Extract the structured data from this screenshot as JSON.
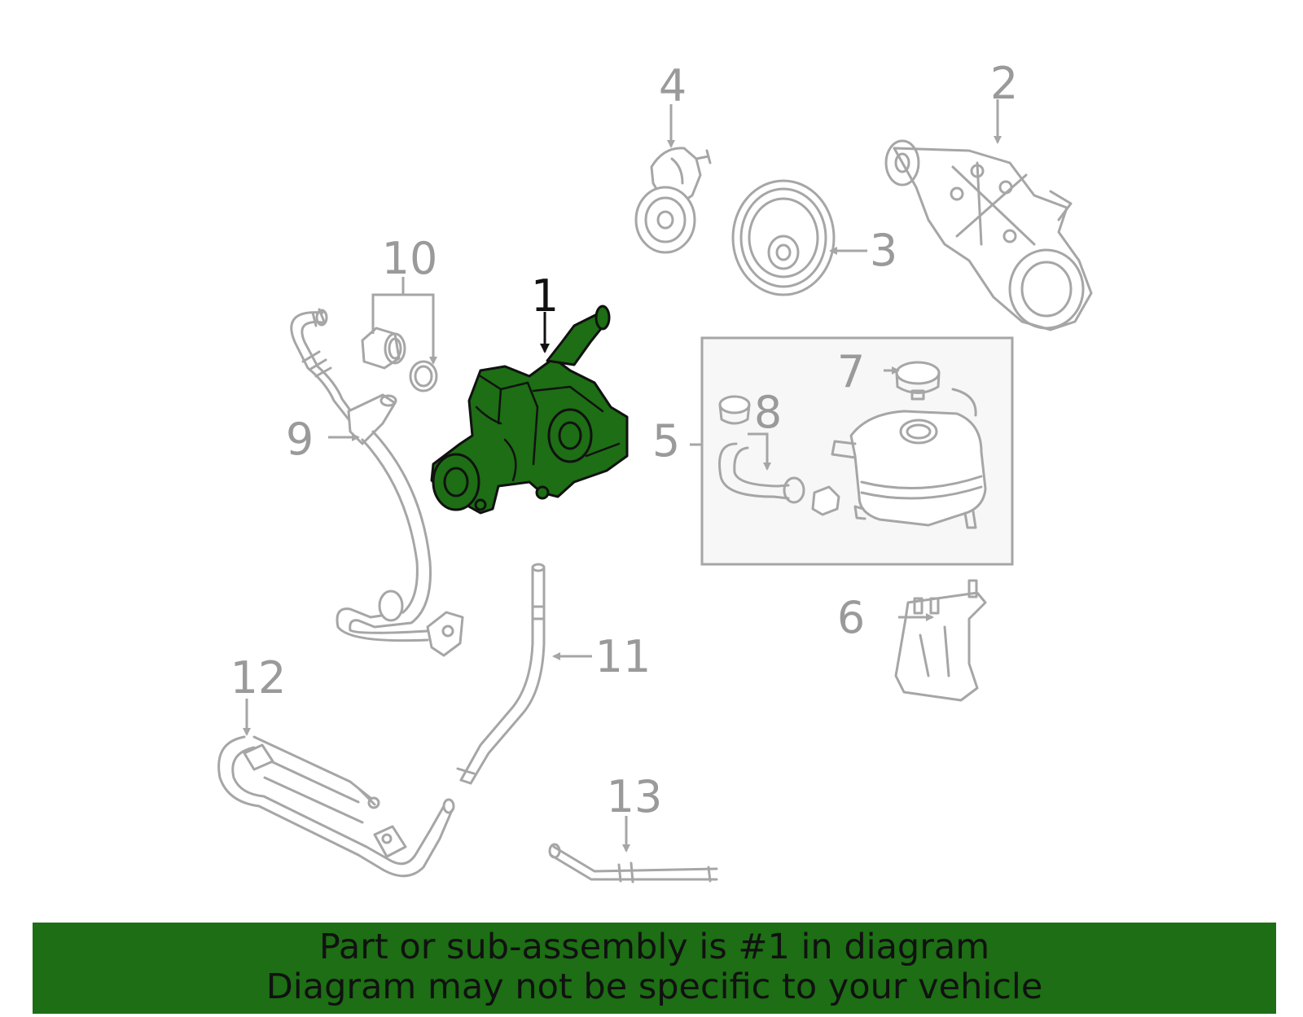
{
  "colors": {
    "highlight": "#1d6e14",
    "outline": "#a6a6a6",
    "callout_text": "#9a9a9a",
    "box_fill": "#f7f7f7"
  },
  "callouts": {
    "c1": "1",
    "c2": "2",
    "c3": "3",
    "c4": "4",
    "c5": "5",
    "c6": "6",
    "c7": "7",
    "c8": "8",
    "c9": "9",
    "c10": "10",
    "c11": "11",
    "c12": "12",
    "c13": "13"
  },
  "banner": {
    "line1": "Part or sub-assembly is #1 in diagram",
    "line2": "Diagram may not be specific to your vehicle"
  }
}
